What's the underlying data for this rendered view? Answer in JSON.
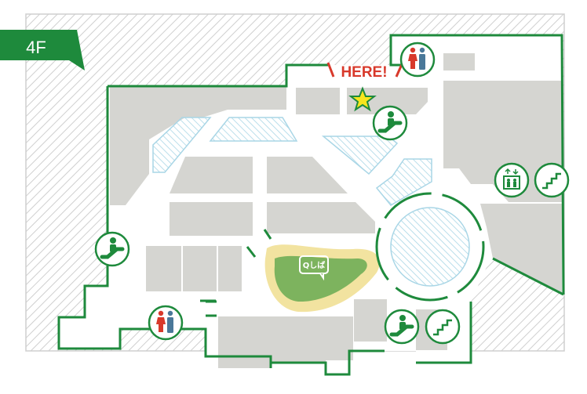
{
  "floor": {
    "label": "4F"
  },
  "current_location": {
    "label": "HERE!"
  },
  "lawn": {
    "label": "Qしば"
  },
  "colors": {
    "wall": "#1e8a3c",
    "store": "#d5d5d1",
    "void_hatch": "#a9d6e6",
    "lawn": "#7db35e",
    "lawn_border": "#f2e3a0",
    "here": "#d8392b",
    "star": "#f7e51e",
    "restroom_male": "#4a7899",
    "restroom_female": "#d8392b"
  },
  "facilities": [
    {
      "type": "restroom",
      "icon": "restroom-icon"
    },
    {
      "type": "escalator",
      "icon": "escalator-icon"
    },
    {
      "type": "elevator",
      "icon": "elevator-icon"
    },
    {
      "type": "stairs",
      "icon": "stairs-icon"
    }
  ]
}
